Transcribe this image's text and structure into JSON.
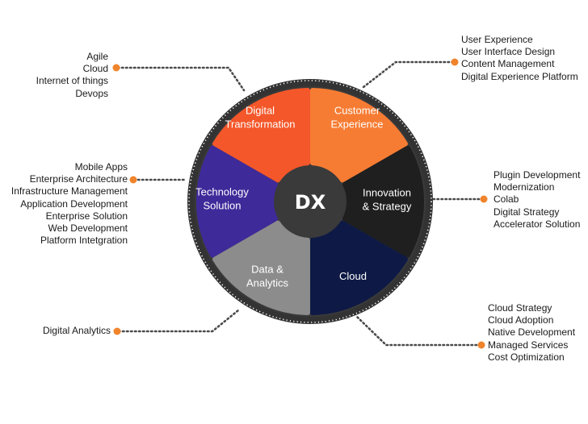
{
  "center": {
    "label": "DX"
  },
  "segments": [
    {
      "id": "digital-transformation",
      "lines": [
        "Digital",
        "Transformation"
      ],
      "color": "#f4572a"
    },
    {
      "id": "customer-experience",
      "lines": [
        "Customer",
        "Experience"
      ],
      "color": "#f77c33"
    },
    {
      "id": "innovation-strategy",
      "lines": [
        "Innovation",
        "& Strategy"
      ],
      "color": "#1f1f1f"
    },
    {
      "id": "cloud",
      "lines": [
        "Cloud"
      ],
      "color": "#0e1a45"
    },
    {
      "id": "data-analytics",
      "lines": [
        "Data &",
        "Analytics"
      ],
      "color": "#8c8c8c"
    },
    {
      "id": "technology-solution",
      "lines": [
        "Technology",
        "Solution"
      ],
      "color": "#3f2a9a"
    }
  ],
  "lists": {
    "digital_transformation": [
      "Agile",
      "Cloud",
      "Internet of things",
      "Devops"
    ],
    "customer_experience": [
      "User Experience",
      "User Interface Design",
      "Content Management",
      "Digital Experience Platform"
    ],
    "technology_solution": [
      "Mobile Apps",
      "Enterprise Architecture",
      "Infrastructure Management",
      "Application Development",
      "Enterprise Solution",
      "Web Development",
      "Platform Intetgration"
    ],
    "innovation_strategy": [
      "Plugin Development",
      "Modernization",
      "Colab",
      "Digital Strategy",
      "Accelerator Solution"
    ],
    "data_analytics": [
      "Digital Analytics"
    ],
    "cloud": [
      "Cloud Strategy",
      "Cloud Adoption",
      "Native Development",
      "Managed Services",
      "Cost Optimization"
    ]
  },
  "colors": {
    "ring": "#333333",
    "hub": "#3a3a3a",
    "dot": "#f0842c",
    "dotted_line": "#4a4a4a"
  }
}
